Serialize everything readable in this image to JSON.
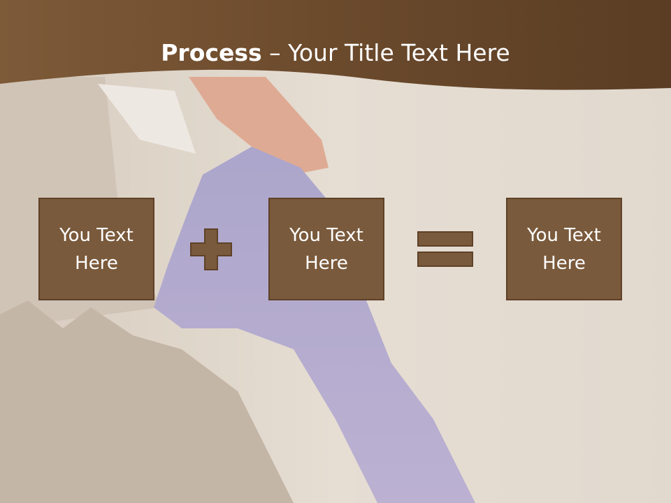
{
  "title": {
    "bold": "Process",
    "rest": " – Your Title Text Here"
  },
  "boxes": [
    {
      "line1": "You Text",
      "line2": "Here"
    },
    {
      "line1": "You Text",
      "line2": "Here"
    },
    {
      "line1": "You Text",
      "line2": "Here"
    }
  ],
  "operators": {
    "first": "plus-icon",
    "second": "equals-icon"
  },
  "colors": {
    "header": "#6b4a2c",
    "box_fill": "#7a5a3c",
    "box_border": "#5e4128",
    "overlay": "#f1e8dc"
  }
}
